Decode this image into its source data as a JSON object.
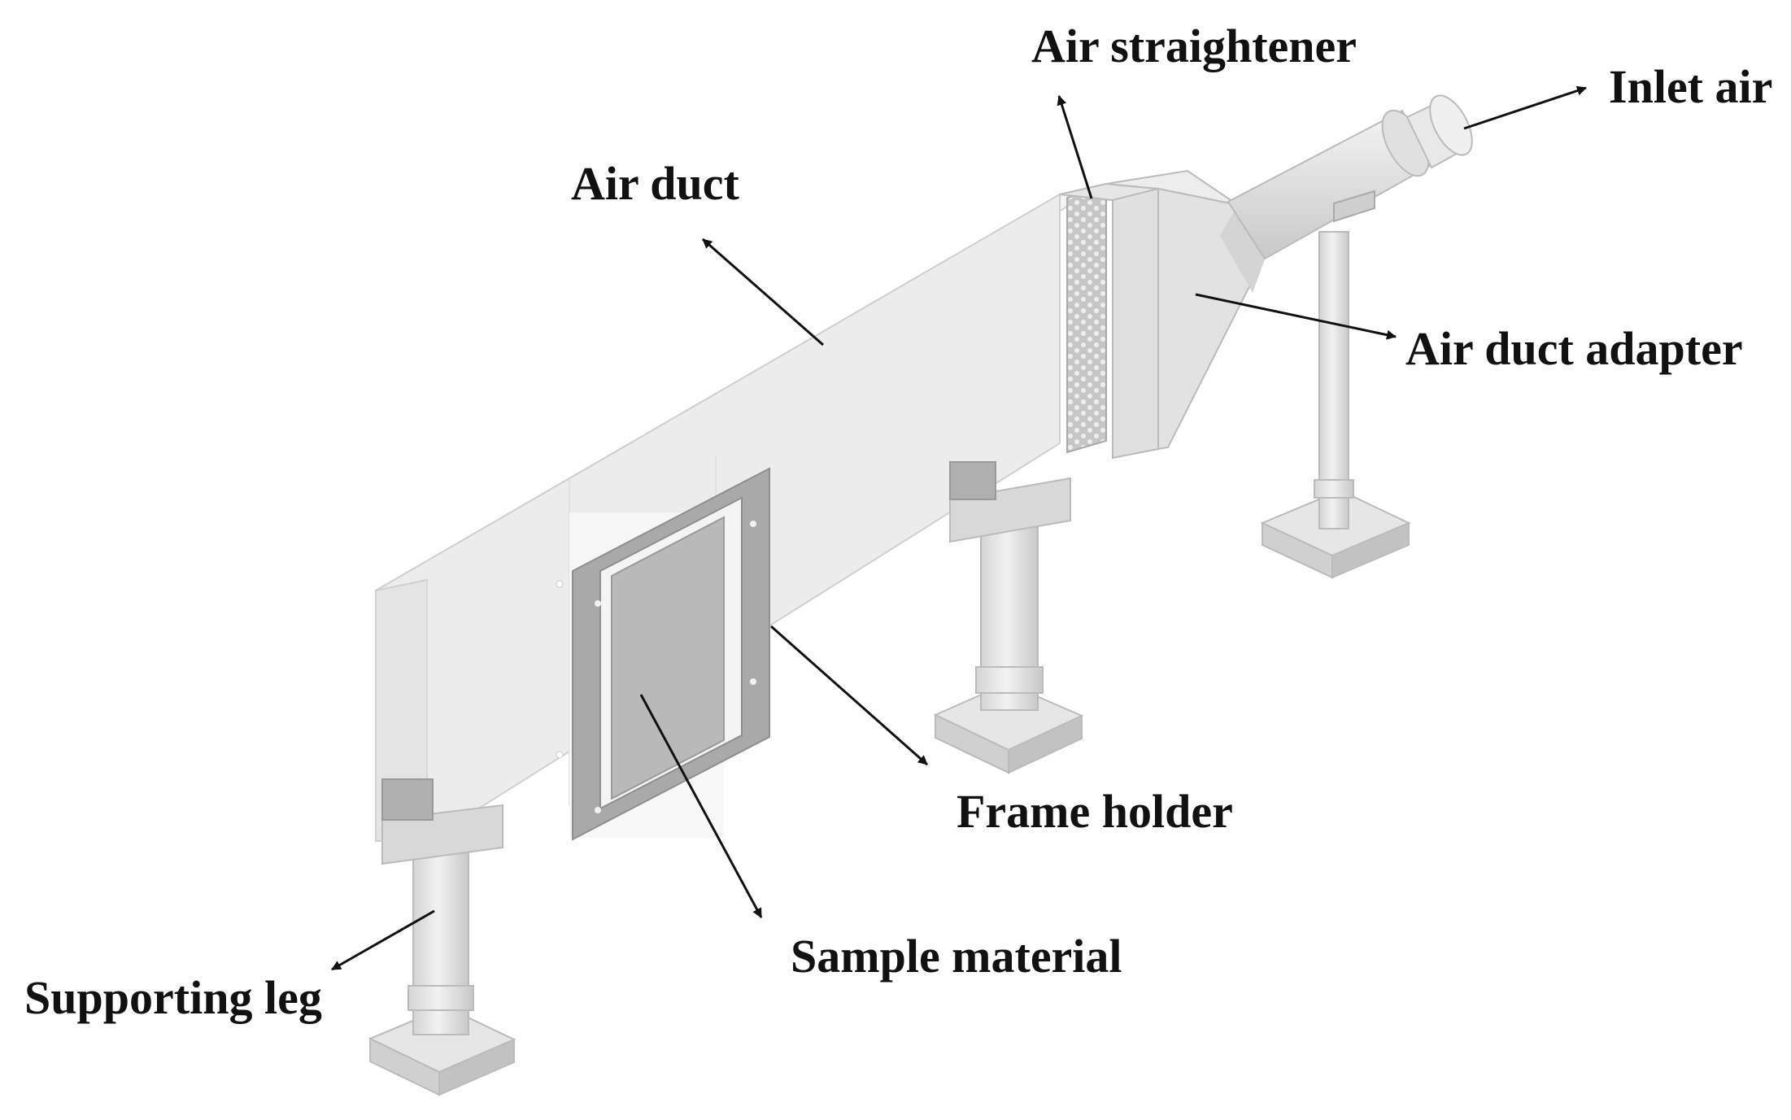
{
  "labels": {
    "air_straightener": "Air straightener",
    "inlet_air": "Inlet air",
    "air_duct": "Air duct",
    "air_duct_adapter": "Air duct adapter",
    "frame_holder": "Frame holder",
    "sample_material": "Sample material",
    "supporting_leg": "Supporting leg"
  },
  "colors": {
    "duct_front": "#ececec",
    "duct_top": "#f4f4f4",
    "duct_side": "#e2e2e2",
    "frame": "#a8a8a8",
    "sample": "#b8b8b8",
    "leg": "#dcdcdc",
    "arrow": "#111111"
  }
}
